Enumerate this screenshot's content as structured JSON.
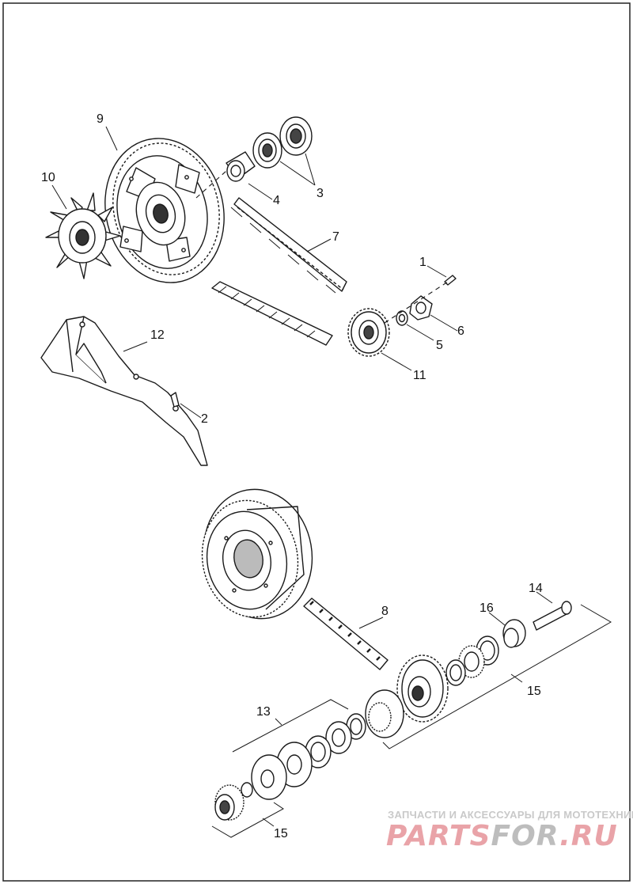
{
  "diagram": {
    "callouts": {
      "c1": "1",
      "c2": "2",
      "c3": "3",
      "c4": "4",
      "c5": "5",
      "c6": "6",
      "c7": "7",
      "c8": "8",
      "c9": "9",
      "c10": "10",
      "c11": "11",
      "c12": "12",
      "c13": "13",
      "c14": "14",
      "c15a": "15",
      "c15b": "15",
      "c16": "16"
    }
  },
  "watermark": {
    "tagline": "ЗАПЧАСТИ И АКСЕССУАРЫ ДЛЯ МОТОТЕХНИКИ",
    "logo_a": "PARTS",
    "logo_b": "FOR",
    "logo_c": ".RU",
    "color_primary": "#e9a3a8",
    "color_secondary": "#bdbdbd"
  },
  "colors": {
    "line": "#1a1a1a",
    "frame": "#222222",
    "background": "#ffffff"
  }
}
